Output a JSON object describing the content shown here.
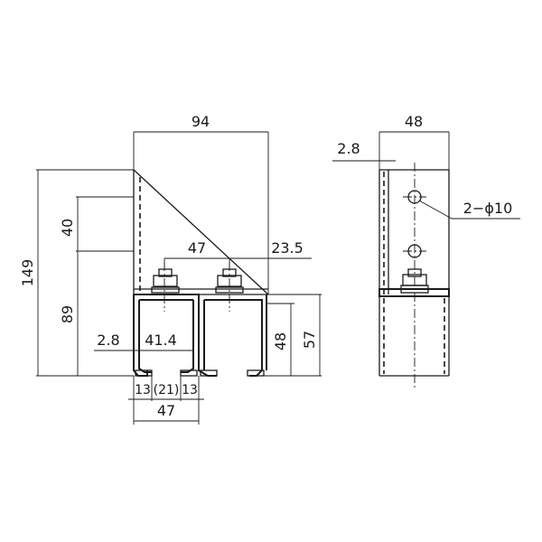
{
  "front_view": {
    "dim_top_width": "94",
    "dim_total_height": "149",
    "dim_upper_height": "40",
    "dim_lower_height": "89",
    "dim_bolt_spacing": "47",
    "dim_offset": "23.5",
    "dim_wall": "2.8",
    "dim_inner_width": "41.4",
    "dim_rail_height": "48",
    "dim_rail_total": "57",
    "dim_slot_left": "13",
    "dim_slot_mid": "(21)",
    "dim_slot_right": "13",
    "dim_bottom_width": "47"
  },
  "side_view": {
    "dim_width": "48",
    "dim_wall": "2.8",
    "hole_callout": "2−ϕ10"
  }
}
